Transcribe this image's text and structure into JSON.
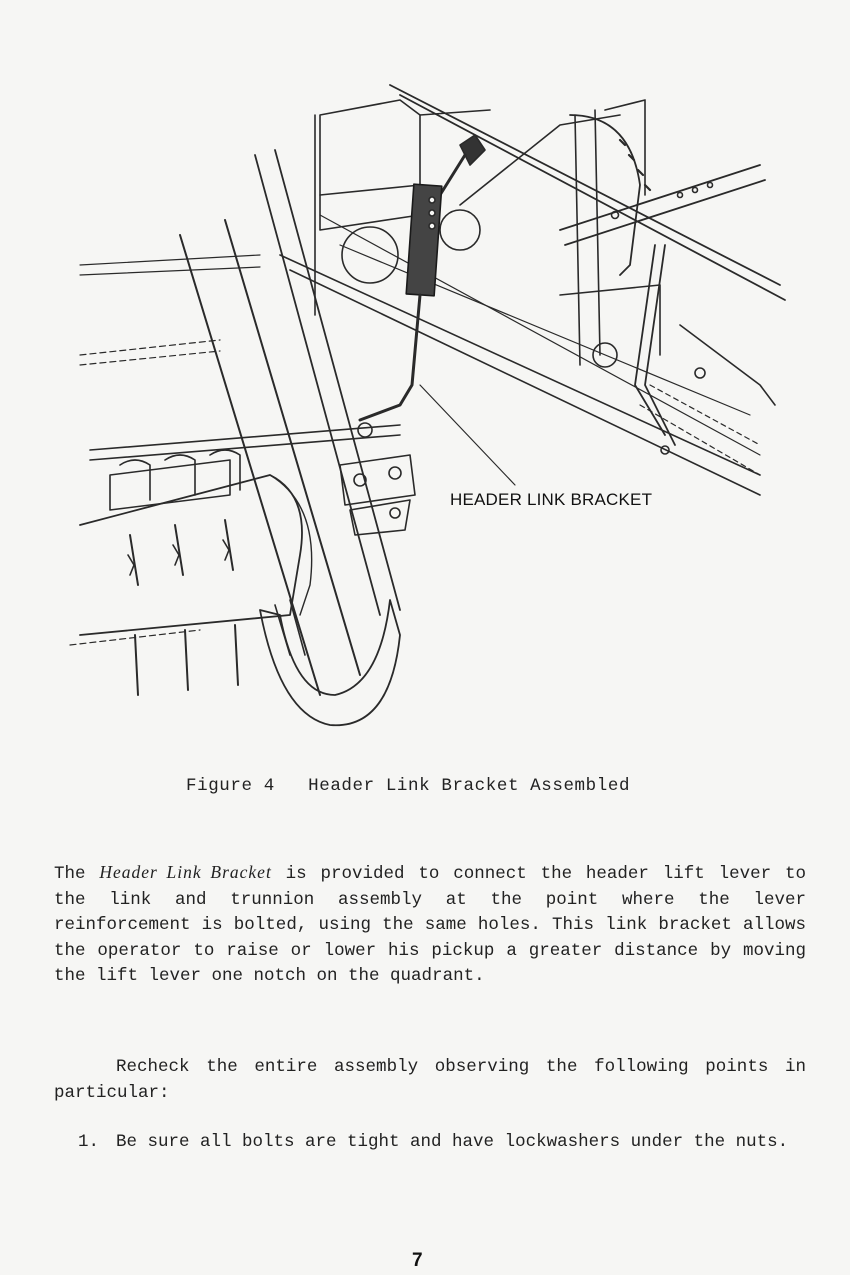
{
  "figure": {
    "callout_label": "HEADER LINK BRACKET",
    "caption": "Figure 4   Header Link Bracket Assembled"
  },
  "body": {
    "para1_term": "Header Link Bracket",
    "para1_intro": "The ",
    "para1_rest": " is provided to connect the header lift lever to the link and trunnion assembly at the point where the lever reinforcement is bolted, using the same holes. This link bracket allows the operator to raise or lower his pickup a greater distance by moving the lift lever one notch on the quadrant.",
    "para2": "Recheck the entire assembly observing the following points in particular:",
    "list": [
      {
        "number": "1.",
        "text": "Be sure all bolts are tight and have lockwashers under the nuts."
      }
    ]
  },
  "footer": {
    "page_number": "7"
  }
}
